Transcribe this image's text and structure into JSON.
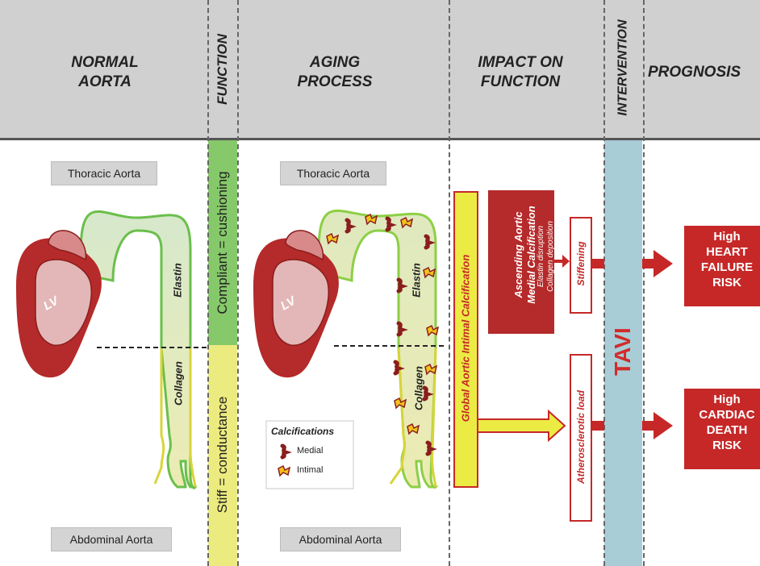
{
  "headers": {
    "normal_aorta": "NORMAL\nAORTA",
    "function": "FUNCTION",
    "aging_process": "AGING\nPROCESS",
    "impact_on_function": "IMPACT ON\nFUNCTION",
    "intervention": "INTERVENTION",
    "prognosis": "PROGNOSIS"
  },
  "normal_aorta": {
    "thoracic_label": "Thoracic Aorta",
    "abdominal_label": "Abdominal Aorta",
    "lv_label": "LV",
    "elastin_label": "Elastin",
    "collagen_label": "Collagen"
  },
  "function_column": {
    "upper_text": "Compliant = cushioning",
    "lower_text": "Stiff = conductance"
  },
  "aging_process": {
    "thoracic_label": "Thoracic Aorta",
    "abdominal_label": "Abdominal Aorta",
    "lv_label": "LV",
    "elastin_label": "Elastin",
    "collagen_label": "Collagen",
    "legend": {
      "title": "Calcifications",
      "medial": "Medial",
      "intimal": "Intimal"
    }
  },
  "impact": {
    "global_calcification": "Global Aortic Intimal Calcification",
    "ascending_title": "Ascending Aortic\nMedial Calcification",
    "ascending_sub": "Elastin disruption\nCollagen deposition",
    "stiffening": "Stiffening",
    "atherosclerotic": "Atherosclerotic load"
  },
  "intervention": {
    "label": "TAVI"
  },
  "prognosis": {
    "heart_failure": "High\nHEART\nFAILURE\nRISK",
    "cardiac_death": "High\nCARDIAC\nDEATH\nRISK"
  },
  "colors": {
    "header_band": "#d0d0d0",
    "lv_red": "#b52a2a",
    "elastin_green": "#6abf4b",
    "collagen_yellow": "#e7e43a",
    "function_green": "#86c96a",
    "function_yellow": "#eceb7f",
    "tavi_blue": "#a9cdd6",
    "tavi_text": "#d12b2b",
    "arrow_red": "#c62828"
  }
}
